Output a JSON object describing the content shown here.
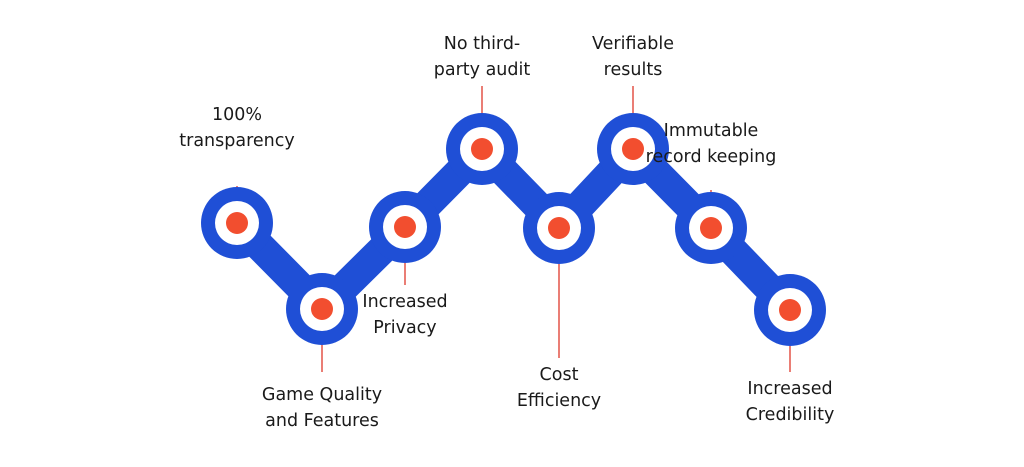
{
  "colors": {
    "chain": "#1f4fd6",
    "ring": "#ffffff",
    "dot": "#f24e2f",
    "connector": "#e2473a",
    "text": "#1a1a1a"
  },
  "nodes": [
    {
      "id": "transparency",
      "lines": [
        "100%",
        "transparency"
      ]
    },
    {
      "id": "game-quality",
      "lines": [
        "Game Quality",
        "and Features"
      ]
    },
    {
      "id": "privacy",
      "lines": [
        "Increased",
        "Privacy"
      ]
    },
    {
      "id": "no-audit",
      "lines": [
        "No third-",
        "party audit"
      ]
    },
    {
      "id": "cost",
      "lines": [
        "Cost",
        "Efficiency"
      ]
    },
    {
      "id": "verifiable",
      "lines": [
        "Verifiable",
        "results"
      ]
    },
    {
      "id": "immutable",
      "lines": [
        "Immutable",
        "record keeping"
      ]
    },
    {
      "id": "credibility",
      "lines": [
        "Increased",
        "Credibility"
      ]
    }
  ]
}
